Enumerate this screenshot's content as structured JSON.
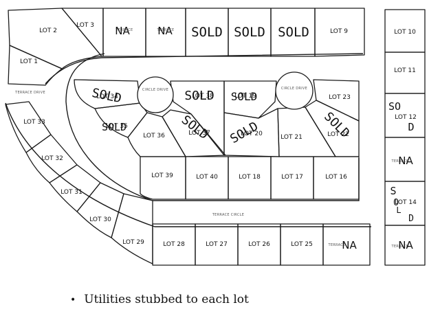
{
  "status": {
    "sold": "SOLD",
    "na": "NA"
  },
  "streets": {
    "terrace_circle": "TERRACE CIRCLE",
    "terrace_drive": "TERRACE DRIVE",
    "cul_de_sac": "CIRCLE DRIVE"
  },
  "note": "Utilities stubbed to each lot",
  "lots": [
    {
      "id": "lot-2",
      "label": "LOT 2",
      "status": ""
    },
    {
      "id": "lot-3",
      "label": "LOT 3",
      "status": ""
    },
    {
      "id": "lot-4",
      "label": "",
      "status": "na"
    },
    {
      "id": "lot-5",
      "label": "",
      "status": "na"
    },
    {
      "id": "lot-6",
      "label": "",
      "status": "sold"
    },
    {
      "id": "lot-7",
      "label": "",
      "status": "sold"
    },
    {
      "id": "lot-8",
      "label": "",
      "status": "sold"
    },
    {
      "id": "lot-9",
      "label": "LOT 9",
      "status": ""
    },
    {
      "id": "lot-1",
      "label": "LOT 1",
      "status": ""
    },
    {
      "id": "lot-10",
      "label": "LOT 10",
      "status": ""
    },
    {
      "id": "lot-11",
      "label": "LOT 11",
      "status": ""
    },
    {
      "id": "lot-12",
      "label": "LOT 12",
      "status": "sold"
    },
    {
      "id": "lot-13",
      "label": "",
      "status": "na"
    },
    {
      "id": "lot-14",
      "label": "LOT 14",
      "status": "sold"
    },
    {
      "id": "lot-15",
      "label": "",
      "status": "na"
    },
    {
      "id": "lot-34",
      "label": "LOT 34",
      "status": "sold"
    },
    {
      "id": "lot-35",
      "label": "LOT 35",
      "status": "sold"
    },
    {
      "id": "lot-36",
      "label": "LOT 36",
      "status": ""
    },
    {
      "id": "lot-37",
      "label": "LOT 37",
      "status": "sold"
    },
    {
      "id": "lot-38",
      "label": "LOT 38",
      "status": "sold"
    },
    {
      "id": "lot-19",
      "label": "LOT 19",
      "status": "sold"
    },
    {
      "id": "lot-20",
      "label": "LOT 20",
      "status": "sold"
    },
    {
      "id": "lot-21",
      "label": "LOT 21",
      "status": ""
    },
    {
      "id": "lot-22",
      "label": "LOT 22",
      "status": "sold"
    },
    {
      "id": "lot-23",
      "label": "LOT 23",
      "status": ""
    },
    {
      "id": "lot-39",
      "label": "LOT 39",
      "status": ""
    },
    {
      "id": "lot-40",
      "label": "LOT 40",
      "status": ""
    },
    {
      "id": "lot-18",
      "label": "LOT 18",
      "status": ""
    },
    {
      "id": "lot-17",
      "label": "LOT 17",
      "status": ""
    },
    {
      "id": "lot-16",
      "label": "LOT 16",
      "status": ""
    },
    {
      "id": "lot-33",
      "label": "LOT 33",
      "status": ""
    },
    {
      "id": "lot-32",
      "label": "LOT 32",
      "status": ""
    },
    {
      "id": "lot-31",
      "label": "LOT 31",
      "status": ""
    },
    {
      "id": "lot-30",
      "label": "LOT 30",
      "status": ""
    },
    {
      "id": "lot-29",
      "label": "LOT 29",
      "status": ""
    },
    {
      "id": "lot-28",
      "label": "LOT 28",
      "status": ""
    },
    {
      "id": "lot-27",
      "label": "LOT 27",
      "status": ""
    },
    {
      "id": "lot-26",
      "label": "LOT 26",
      "status": ""
    },
    {
      "id": "lot-25",
      "label": "LOT 25",
      "status": ""
    },
    {
      "id": "lot-24",
      "label": "",
      "status": "na"
    }
  ]
}
